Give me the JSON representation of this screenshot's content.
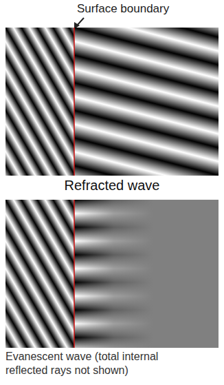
{
  "diagram": {
    "labels": [
      "Surface boundary",
      "Refracted wave",
      "Evanescent wave (total internal reflected rays not shown)"
    ]
  }
}
